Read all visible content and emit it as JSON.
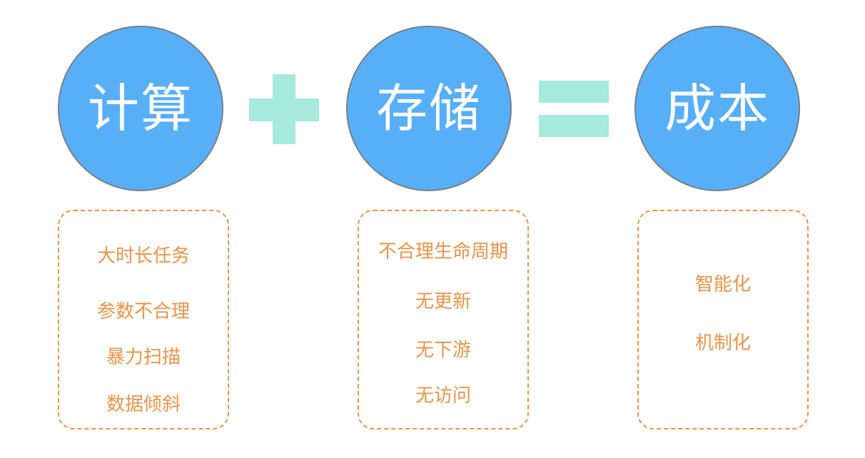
{
  "circles": {
    "compute": "计算",
    "storage": "存储",
    "cost": "成本"
  },
  "operators": {
    "plus": "plus",
    "equals": "equals"
  },
  "boxes": {
    "compute": [
      "大时长任务",
      "参数不合理",
      "暴力扫描",
      "数据倾斜"
    ],
    "storage": [
      "不合理生命周期",
      "无更新",
      "无下游",
      "无访问"
    ],
    "cost": [
      "智能化",
      "机制化"
    ]
  },
  "colors": {
    "circle_fill": "#57afF8",
    "circle_border": "#7a7f86",
    "operator": "#a6e9dd",
    "box_text": "#e8944a"
  }
}
